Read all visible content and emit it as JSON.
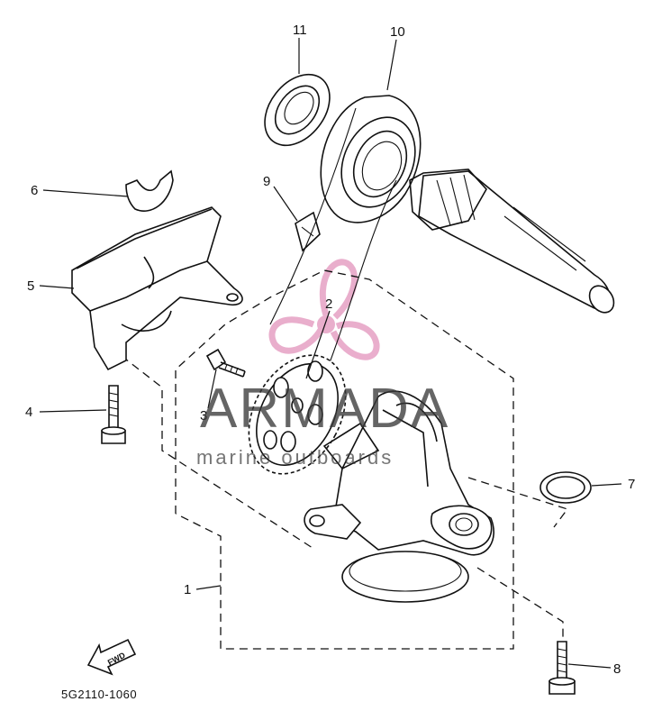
{
  "callouts": [
    {
      "id": "1",
      "label": "1"
    },
    {
      "id": "2",
      "label": "2"
    },
    {
      "id": "3",
      "label": "3"
    },
    {
      "id": "4",
      "label": "4"
    },
    {
      "id": "5",
      "label": "5"
    },
    {
      "id": "6",
      "label": "6"
    },
    {
      "id": "7",
      "label": "7"
    },
    {
      "id": "8",
      "label": "8"
    },
    {
      "id": "9",
      "label": "9"
    },
    {
      "id": "10",
      "label": "10"
    },
    {
      "id": "11",
      "label": "11"
    }
  ],
  "direction_label": "FWD",
  "diagram_code": "5G2110-1060",
  "watermark": {
    "brand": "ARMADA",
    "tagline": "marine outboards",
    "logo_color": "#e6a0c4",
    "text_color": "#3a3a3a"
  }
}
